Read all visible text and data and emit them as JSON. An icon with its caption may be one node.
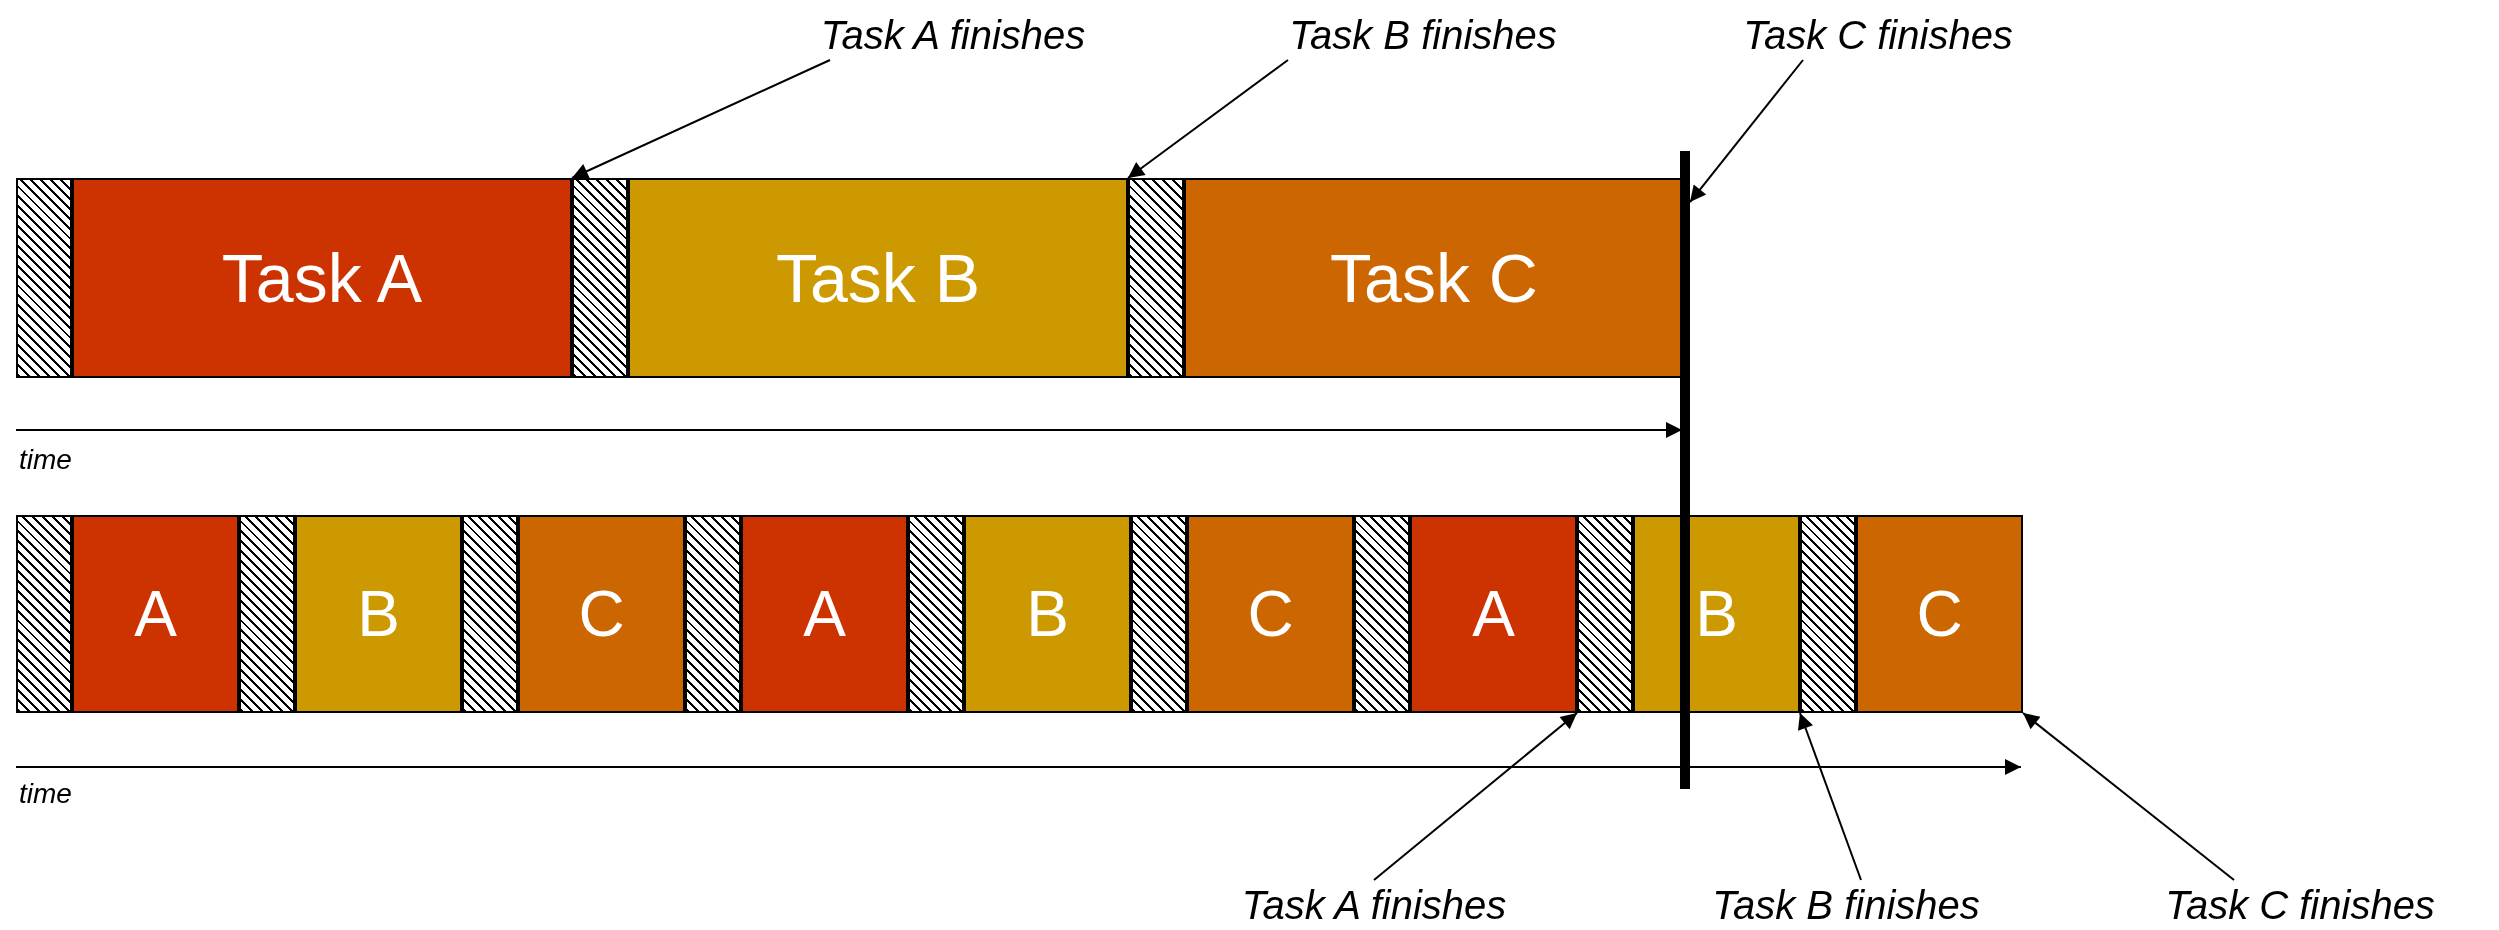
{
  "diagram": {
    "nodes": [
      {
        "text": [
          "Task A finishes"
        ]
      },
      {
        "text": [
          "Task B finishes"
        ]
      },
      {
        "text": [
          "Task C finishes"
        ]
      },
      {
        "text": [],
        "shape": "box"
      },
      {
        "text": [
          "Task A"
        ]
      },
      {
        "text": [],
        "shape": "box"
      },
      {
        "text": [
          "Task B"
        ]
      },
      {
        "text": [],
        "shape": "box"
      },
      {
        "text": [
          "Task C"
        ]
      },
      {
        "text": [],
        "shape": "bar"
      },
      {
        "text": [],
        "shape": "box"
      },
      {
        "text": [
          "A"
        ]
      },
      {
        "text": [],
        "shape": "box"
      },
      {
        "text": [
          "B"
        ]
      },
      {
        "text": [],
        "shape": "box"
      },
      {
        "text": [
          "C"
        ]
      },
      {
        "text": [],
        "shape": "box"
      },
      {
        "text": [
          "A"
        ]
      },
      {
        "text": [],
        "shape": "box"
      },
      {
        "text": [
          "B"
        ]
      },
      {
        "text": [],
        "shape": "box"
      },
      {
        "text": [
          "C"
        ]
      },
      {
        "text": [],
        "shape": "box"
      },
      {
        "text": [
          "A"
        ]
      },
      {
        "text": [],
        "shape": "box"
      },
      {
        "text": [
          "B"
        ]
      },
      {
        "text": [],
        "shape": "box"
      },
      {
        "text": [
          "C"
        ]
      },
      {
        "text": [
          "Task A finishes"
        ]
      },
      {
        "text": [
          "Task B finishes"
        ]
      },
      {
        "text": [
          "Task C finishes"
        ]
      }
    ],
    "edges": [
      {
        "from": 0,
        "to": 5,
        "arrow": "to"
      },
      {
        "from": 1,
        "to": 7,
        "arrow": "to"
      },
      {
        "from": 2,
        "to": 9,
        "arrow": "to"
      },
      {
        "from": 28,
        "to": 24,
        "arrow": "to"
      },
      {
        "from": 29,
        "to": 26,
        "arrow": "to"
      },
      {
        "from": 30,
        "to": 27,
        "arrow": "to"
      }
    ],
    "labels": [
      "time",
      "time"
    ]
  }
}
